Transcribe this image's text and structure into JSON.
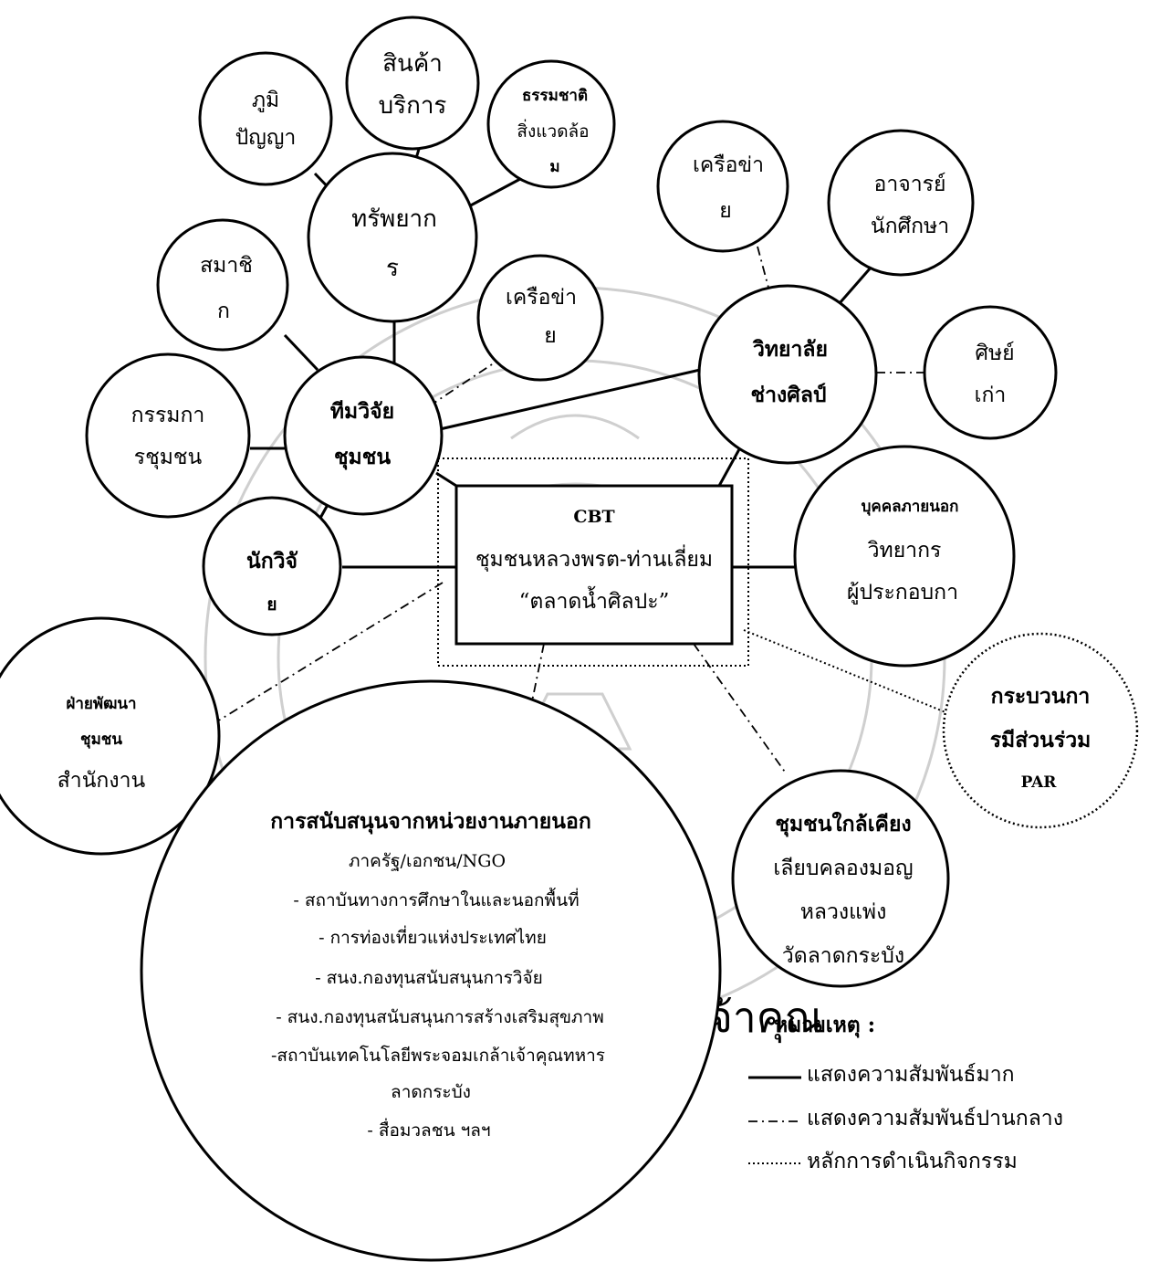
{
  "nodes": {
    "wisdom": [
      "ภูมิ",
      "ปัญญา"
    ],
    "products": [
      "สินค้า",
      "บริการ"
    ],
    "nature": [
      "ธรรมชาติ",
      "สิ่งแวดล้อ",
      "ม"
    ],
    "network_top": [
      "เครือข่า",
      "ย"
    ],
    "teachers": [
      "อาจารย์",
      "นักศึกษา"
    ],
    "resources": [
      "ทรัพยาก",
      "ร"
    ],
    "members": [
      "สมาชิ",
      "ก"
    ],
    "network_mid": [
      "เครือข่า",
      "ย"
    ],
    "college": [
      "วิทยาลัย",
      "ช่างศิลป์"
    ],
    "alumni": [
      "ศิษย์",
      "เก่า"
    ],
    "committee": [
      "กรรมกา",
      "รชุมชน"
    ],
    "research_team": [
      "ทีมวิจัย",
      "ชุมชน"
    ],
    "researcher": [
      "นักวิจั",
      "ย"
    ],
    "outsiders": [
      "บุคคลภายนอก",
      "วิทยากร",
      "ผู้ประกอบกา"
    ],
    "development": [
      "ฝ่ายพัฒนา",
      "ชุมชน",
      "สำนักงาน"
    ],
    "par": [
      "กระบวนกา",
      "รมีส่วนร่วม",
      "PAR"
    ],
    "neighbors": [
      "ชุมชนใกล้เคียง",
      "เลียบคลองมอญ",
      "หลวงแพ่ง",
      "วัดลาดกระบัง"
    ],
    "external_support": [
      "การสนับสนุนจากหน่วยงานภายนอก",
      "ภาครัฐ/เอกชน/NGO",
      "- สถาบันทางการศึกษาในและนอกพื้นที่",
      "- การท่องเที่ยวแห่งประเทศไทย",
      "- สนง.กองทุนสนับสนุนการวิจัย",
      "- สนง.กองทุนสนับสนุนการสร้างเสริมสุขภาพ",
      "-สถาบันเทคโนโลยีพระจอมเกล้าเจ้าคุณทหาร",
      "ลาดกระบัง",
      "- สื่อมวลชน ฯลฯ"
    ],
    "center": [
      "CBT",
      "ชุมชนหลวงพรต-ท่านเลี่ยม",
      "“ตลาดน้ำศิลปะ”"
    ]
  },
  "legend": {
    "title": "หมายเหตุ :",
    "items": [
      {
        "style": "solid",
        "label": "แสดงความสัมพันธ์มาก"
      },
      {
        "style": "dashdot",
        "label": "แสดงความสัมพันธ์ปานกลาง"
      },
      {
        "style": "dotted",
        "label": "หลักการดำเนินกิจกรรม"
      }
    ]
  },
  "watermark": "พระจอมเกล้าเจ้าคุณ"
}
